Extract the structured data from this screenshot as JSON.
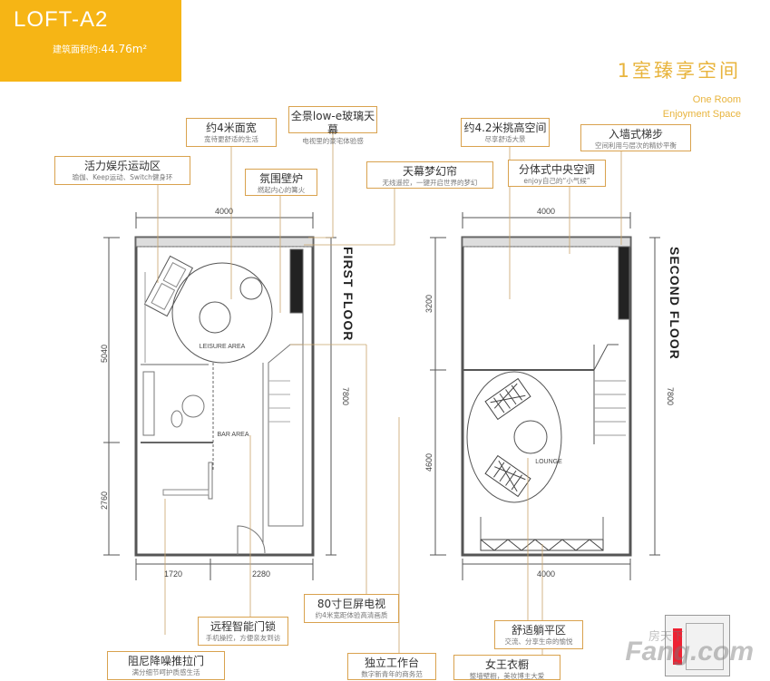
{
  "header": {
    "title": "LOFT-A2",
    "area_label": "建筑面积约:",
    "area_value": "44.76m²"
  },
  "tagline": {
    "cn": "1室臻享空间",
    "en_line1": "One Room",
    "en_line2": "Enjoyment Space"
  },
  "callouts": {
    "c1": {
      "h": "约4米面宽",
      "d": "宽待更舒适的生活"
    },
    "c2": {
      "h": "全景low-e玻璃天幕",
      "d": "电视里的豪宅体验感"
    },
    "c3": {
      "h": "活力娱乐运动区",
      "d": "瑜伽、Keep运动、Switch健身环"
    },
    "c4": {
      "h": "氛围壁炉",
      "d": "燃起内心的篝火"
    },
    "c5": {
      "h": "天幕梦幻帘",
      "d": "无线遥控，一键开启世界的梦幻"
    },
    "c6": {
      "h": "约4.2米挑高空间",
      "d": "尽享舒适大景"
    },
    "c7": {
      "h": "入墙式梯步",
      "d": "空间利用与层次的精妙平衡"
    },
    "c8": {
      "h": "分体式中央空调",
      "d": "enjoy自己的“小气候”"
    },
    "c9": {
      "h": "80寸巨屏电视",
      "d": "约4米宽距体验高清画质"
    },
    "c10": {
      "h": "远程智能门锁",
      "d": "手机操控，方便亲友到访"
    },
    "c11": {
      "h": "阻尼降噪推拉门",
      "d": "满分细节呵护质感生活"
    },
    "c12": {
      "h": "独立工作台",
      "d": "数字新青年的商务范"
    },
    "c13": {
      "h": "舒适躺平区",
      "d": "交流、分享生命的愉悦"
    },
    "c14": {
      "h": "女王衣橱",
      "d": "整墙壁橱，美妆博主大爱"
    }
  },
  "plan1": {
    "floor": "FIRST FLOOR",
    "dim_top": "4000",
    "dim_left_upper": "5040",
    "dim_left_lower": "2760",
    "dim_right": "7800",
    "dim_bottom_left": "1720",
    "dim_bottom_right": "2280",
    "room_leisure": "LEISURE AREA",
    "room_bar": "BAR AREA"
  },
  "plan2": {
    "floor": "SECOND FLOOR",
    "dim_top": "4000",
    "dim_left_upper": "3200",
    "dim_left_lower": "4600",
    "dim_right": "7800",
    "dim_bottom": "4000",
    "room_lounge": "LOUNGE"
  },
  "watermark": {
    "brand": "Fang.com",
    "cn": "房天下"
  },
  "colors": {
    "header_bg": "#f6b515",
    "accent": "#e8b43d",
    "callout_border": "#d9a24e",
    "line": "#555555"
  }
}
